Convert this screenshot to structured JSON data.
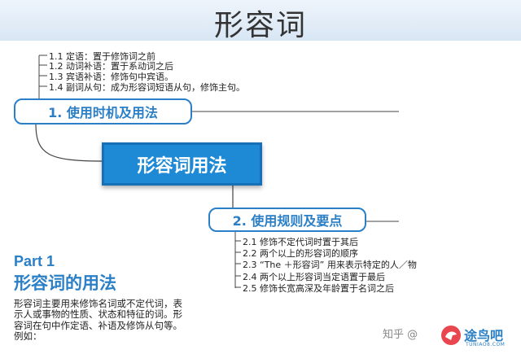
{
  "title": "形容词",
  "center": "形容词用法",
  "branch1": {
    "label": "1. 使用时机及用法",
    "items": [
      "1.1 定语：置于修饰词之前",
      "1.2 动词补语：置于系动词之后",
      "1.3 宾语补语：修饰句中宾语。",
      "1.4 副词从句：成为形容词短语从句，修饰主句。"
    ]
  },
  "branch2": {
    "label": "2. 使用规则及要点",
    "items": [
      "2.1 修饰不定代词时置于其后",
      "2.2 两个以上的形容词的顺序",
      "2.3 “The ＋形容词” 用来表示特定的人／物",
      "2.4 两个以上形容词当定语置于最后",
      "2.5 修饰长宽高深及年龄置于名词之后"
    ]
  },
  "part": {
    "heading": "Part 1",
    "subheading": "形容词的用法",
    "description": "形容词主要用来修饰名词或不定代词，表示人或事物的性质、状态和特征的词。形容词在句中作定语、补语及修饰从句等。例如："
  },
  "watermark": {
    "zhihu": "知乎 @",
    "logo_name": "途鸟吧",
    "logo_url": "TUNIAO8.COM"
  },
  "colors": {
    "accent": "#2a7fc6",
    "central_fill": "#1e8ad6"
  }
}
